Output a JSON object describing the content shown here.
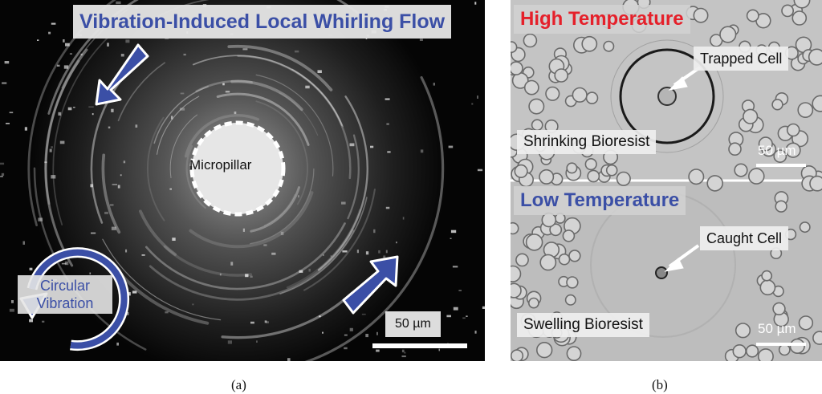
{
  "panel_a": {
    "title": "Vibration-Induced Local Whirling Flow",
    "pillar_label": "Micropillar",
    "vibration_label_line1": "Circular",
    "vibration_label_line2": "Vibration",
    "scale_label": "50 µm",
    "caption": "(a)"
  },
  "panel_b": {
    "top_title": "High Temperature",
    "top_cell_label": "Trapped Cell",
    "top_state_label": "Shrinking Bioresist",
    "top_scale_label": "50 µm",
    "bottom_title": "Low Temperature",
    "bottom_cell_label": "Caught Cell",
    "bottom_state_label": "Swelling Bioresist",
    "bottom_scale_label": "50 µm",
    "caption": "(b)"
  },
  "colors": {
    "accent_blue": "#3b4fa6",
    "accent_red": "#e5202a"
  }
}
